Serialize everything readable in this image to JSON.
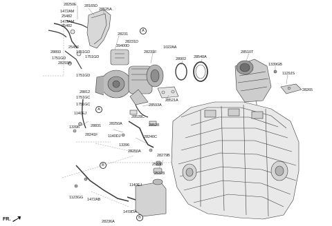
{
  "callouts": {
    "c28250E": "28250E",
    "c1472AM": "1472AM",
    "c25482a": "25482",
    "c1472AM2": "1472AM",
    "c25482b": "25482",
    "c28165D": "28165D",
    "c28525A": "28525A",
    "c28231": "28231",
    "c28231D": "28231D",
    "c39400D": "39400D",
    "c28231F": "28231F",
    "c1022AA": "1022AA",
    "c28902": "28902",
    "c28540A": "28540A",
    "c28510T": "28510T",
    "c1339GB": "1339GB",
    "c1129JS": "1129JS",
    "c28265": "28265",
    "c25456": "25456",
    "c28893": "28893",
    "c1751GD1": "1751GD",
    "c1751GD2": "1751GD",
    "c1751GD3": "1751GD",
    "c28293A": "28293A",
    "c1751GD4": "1751GD",
    "c28812": "28812",
    "c1751GC": "1751GC",
    "c28521A": "28521A",
    "c28593A": "28593A",
    "c1751GC2": "1751GC",
    "c1140EJ1": "1140EJ",
    "c28528C": "28528C",
    "c28831": "28831",
    "c28250A": "28250A",
    "c28528": "28528",
    "c13396a": "13396",
    "c28241F": "28241F",
    "c1140DJ": "1140DJ",
    "c28240C": "28240C",
    "c13396b": "13396",
    "c28250A2": "28250A",
    "c28279B": "28279B",
    "c25330": "25330",
    "c25328": "25328",
    "c1140EJ2": "1140EJ",
    "c1123GG": "1123GG",
    "c1472AB": "1472AB",
    "c1472DA": "1472DA",
    "c28236A": "28236A"
  },
  "refs": {
    "a1": "A",
    "a2": "A",
    "b1": "B",
    "b2": "B"
  },
  "direction_label": "FR."
}
